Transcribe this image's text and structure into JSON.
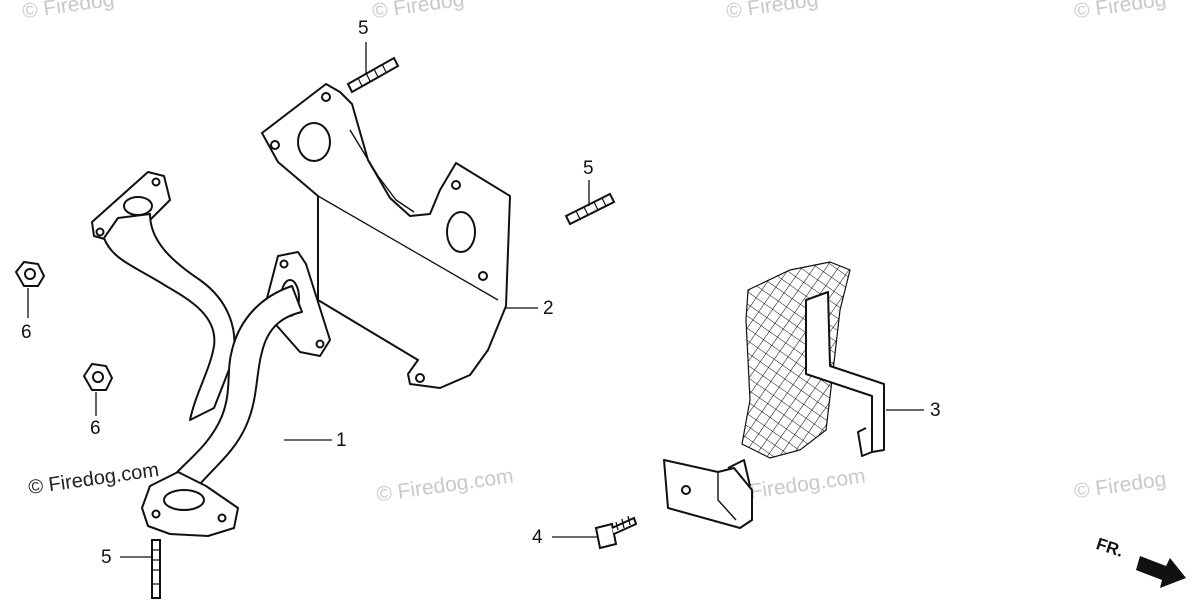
{
  "watermarks": {
    "top_1": "© Firedog",
    "top_2": "© Firedog",
    "top_3": "© Firedog",
    "top_4": "© Firedog",
    "mid_1": "© Firedog.com",
    "mid_2": "© Firedog.com",
    "mid_3": "© Firedog.com",
    "mid_4": "© Firedog"
  },
  "callouts": {
    "c1": "1",
    "c2": "2",
    "c3": "3",
    "c4": "4",
    "c5a": "5",
    "c5b": "5",
    "c5c": "5",
    "c6a": "6",
    "c6b": "6"
  },
  "front_arrow": {
    "label": "FR."
  },
  "icons": [
    "exhaust-pipe-icon",
    "heat-shield-plate-icon",
    "muffler-protector-mesh-icon",
    "flange-bolt-icon",
    "stud-bolt-icon",
    "flange-nut-icon",
    "front-direction-arrow-icon"
  ]
}
